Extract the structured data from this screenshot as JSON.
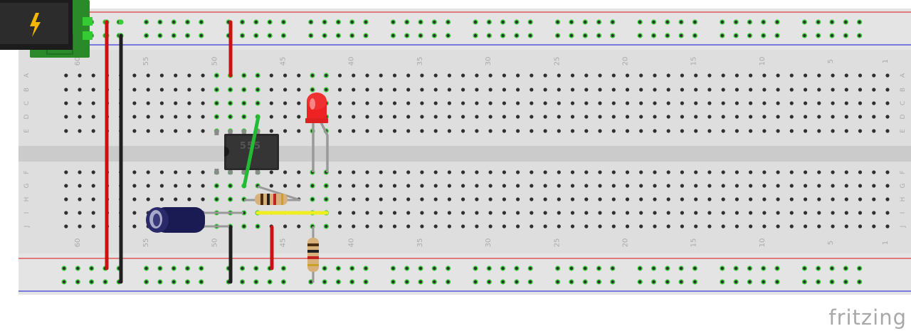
{
  "brand": "fritzing",
  "chip_label": "555",
  "column_labels": [
    "60",
    "55",
    "50",
    "45",
    "40",
    "35",
    "30",
    "25",
    "20",
    "15",
    "10",
    "5",
    "1"
  ],
  "row_labels_top": [
    "A",
    "B",
    "C",
    "D",
    "E"
  ],
  "row_labels_bottom": [
    "F",
    "G",
    "H",
    "I",
    "J"
  ],
  "icons": {
    "power_jack": "lightning-bolt-icon"
  },
  "colors": {
    "rail_red": "#d93a3a",
    "rail_blue": "#3a3ad9",
    "wire_red": "#cc1111",
    "wire_black": "#1f1f1f",
    "wire_green": "#22bb33",
    "wire_yellow": "#eeee22",
    "led": "#ee2222",
    "power_jack_board": "#2a8a2a"
  }
}
